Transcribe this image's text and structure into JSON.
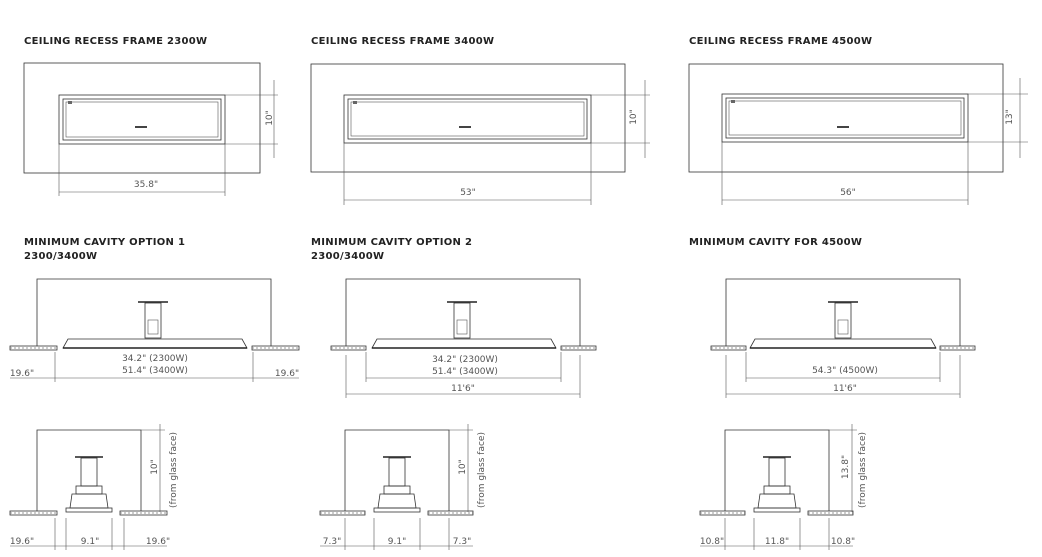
{
  "frames": [
    {
      "title": "CEILING RECESS FRAME 2300W",
      "width_label": "35.8\"",
      "height_label": "10\""
    },
    {
      "title": "CEILING RECESS FRAME 3400W",
      "width_label": "53\"",
      "height_label": "10\""
    },
    {
      "title": "CEILING RECESS FRAME 4500W",
      "width_label": "56\"",
      "height_label": "13\""
    }
  ],
  "cavities": [
    {
      "title_line1": "MINIMUM CAVITY OPTION 1",
      "title_line2": "2300/3400W",
      "heater_label_1": "34.2\" (2300W)",
      "heater_label_2": "51.4\" (3400W)",
      "side_left": "19.6\"",
      "side_right": "19.6\"",
      "overall_label": ""
    },
    {
      "title_line1": "MINIMUM CAVITY OPTION 2",
      "title_line2": "2300/3400W",
      "heater_label_1": "34.2\" (2300W)",
      "heater_label_2": "51.4\" (3400W)",
      "side_left": "",
      "side_right": "",
      "overall_label": "11'6\""
    },
    {
      "title_line1": "MINIMUM CAVITY FOR 4500W",
      "title_line2": "",
      "heater_label_1": "54.3\" (4500W)",
      "heater_label_2": "",
      "side_left": "",
      "side_right": "",
      "overall_label": "11'6\""
    }
  ],
  "side_views": [
    {
      "depth_label": "10\"",
      "depth_note": "(from glass face)",
      "left_label": "19.6\"",
      "center_label": "9.1\"",
      "right_label": "19.6\""
    },
    {
      "depth_label": "10\"",
      "depth_note": "(from glass face)",
      "left_label": "7.3\"",
      "center_label": "9.1\"",
      "right_label": "7.3\""
    },
    {
      "depth_label": "13.8\"",
      "depth_note": "(from glass face)",
      "left_label": "10.8\"",
      "center_label": "11.8\"",
      "right_label": "10.8\""
    }
  ]
}
